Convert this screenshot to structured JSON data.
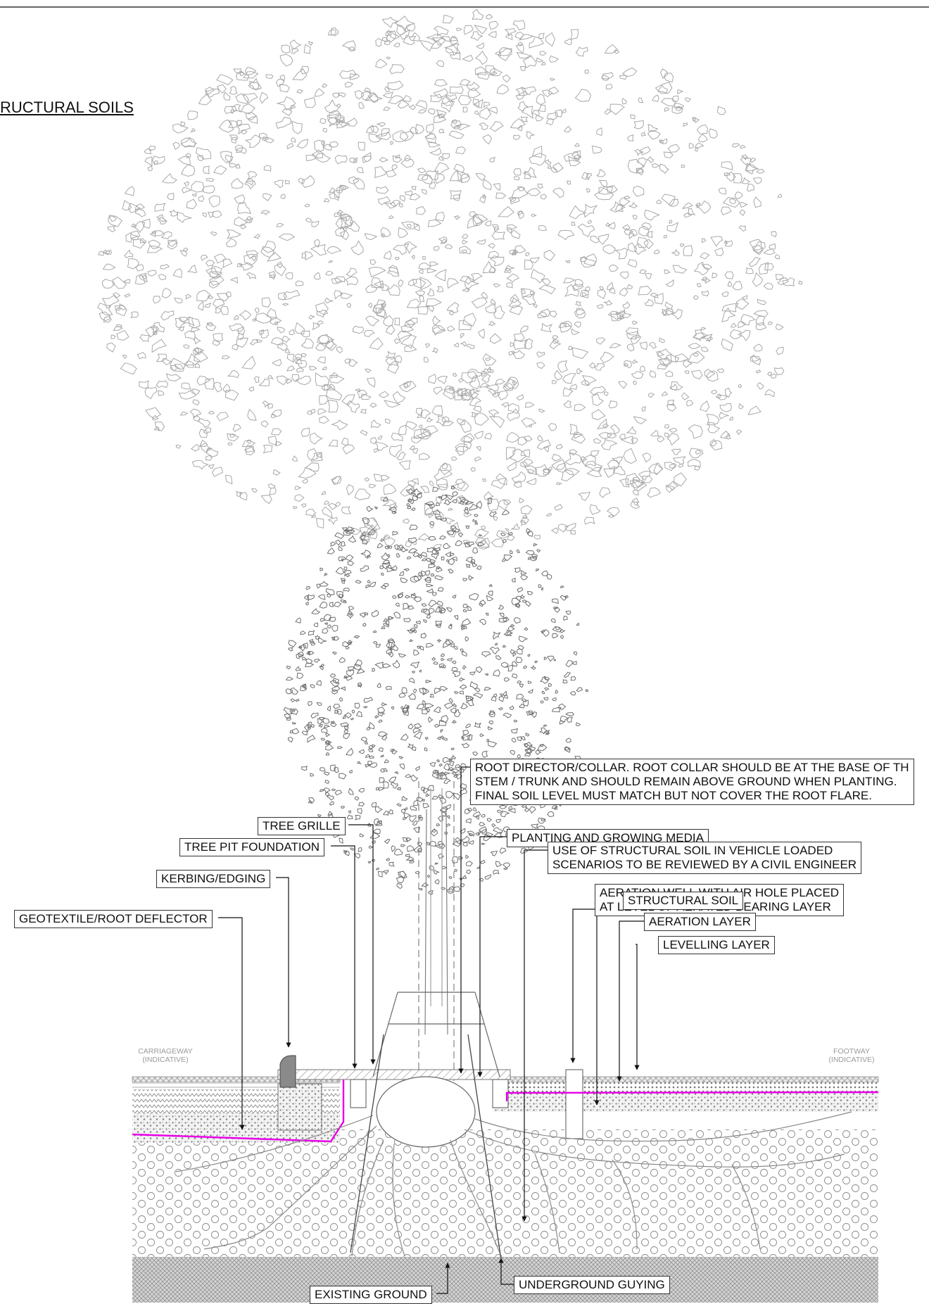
{
  "title": "RUCTURAL SOILS",
  "callouts": {
    "root_director": [
      "ROOT DIRECTOR/COLLAR. ROOT COLLAR SHOULD BE AT THE BASE OF TH",
      "STEM / TRUNK AND SHOULD REMAIN ABOVE GROUND WHEN PLANTING.",
      "FINAL SOIL LEVEL MUST MATCH BUT NOT COVER THE ROOT FLARE."
    ],
    "planting_media": "PLANTING AND GROWING MEDIA",
    "structural_soil_review": [
      "USE OF STRUCTURAL SOIL IN VEHICLE LOADED",
      "SCENARIOS TO BE REVIEWED BY A CIVIL ENGINEER"
    ],
    "tree_grille": "TREE GRILLE",
    "tree_pit_foundation": "TREE PIT FOUNDATION",
    "aeration_well": [
      "AERATION WELL WITH AIR HOLE PLACED",
      "AT LEVEL OF AERATED BEARING LAYER"
    ],
    "kerbing": "KERBING/EDGING",
    "structural_soil": "STRUCTURAL SOIL",
    "aeration_layer": "AERATION LAYER",
    "geotextile": "GEOTEXTILE/ROOT DEFLECTOR",
    "levelling_layer": "LEVELLING LAYER",
    "underground_guying": "UNDERGROUND GUYING",
    "existing_ground": "EXISTING GROUND"
  },
  "zones": {
    "carriageway": [
      "CARRIAGEWAY",
      "(INDICATIVE)"
    ],
    "footway": [
      "FOOTWAY",
      "(INDICATIVE)"
    ]
  },
  "colors": {
    "linework": "#555555",
    "deflector": "#e800e8",
    "kerb": "#888888"
  }
}
